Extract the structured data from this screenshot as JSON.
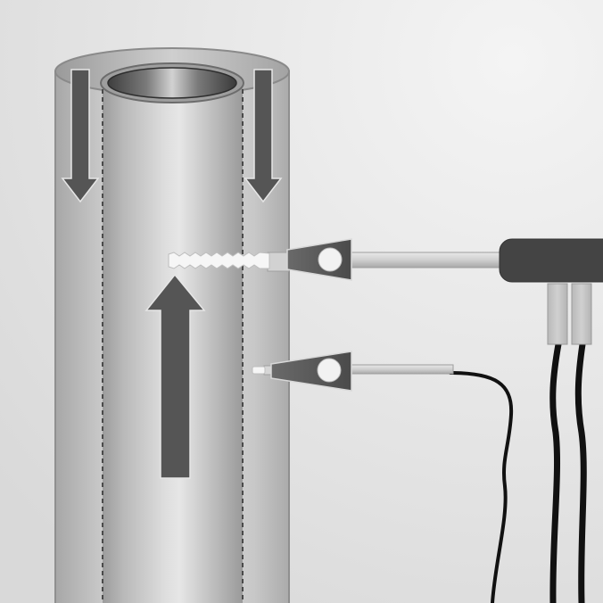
{
  "diagram": {
    "labels": [],
    "components": [
      "outer-pipe",
      "inner-pipe",
      "downward-flow-arrow-left",
      "downward-flow-arrow-right",
      "upward-flow-arrow",
      "upper-probe",
      "lower-probe",
      "connector-housing",
      "probe-cable-pair",
      "lower-probe-wire"
    ]
  },
  "colors": {
    "background_light": "#f1f1f1",
    "background_dark": "#dcdcdc",
    "pipe_mid": "#c4c4c4",
    "arrow_fill": "#555555",
    "housing": "#444444",
    "wire": "#111111",
    "probe_tip": "#f4f4f4"
  }
}
